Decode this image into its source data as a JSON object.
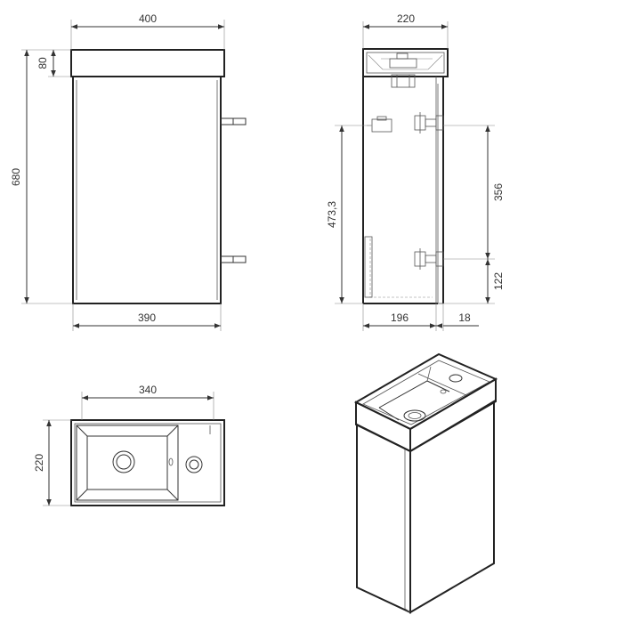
{
  "colors": {
    "ink": "#333333",
    "background": "#ffffff"
  },
  "front_view": {
    "overall_width": "400",
    "overall_height": "680",
    "top_height": "80",
    "door_width": "390"
  },
  "side_view": {
    "overall_depth": "220",
    "hinge_height": "473,3",
    "hinge_spacing": "356",
    "lower_hinge_height": "122",
    "body_depth": "196",
    "door_thickness": "18"
  },
  "top_view": {
    "basin_width": "340",
    "depth": "220"
  }
}
